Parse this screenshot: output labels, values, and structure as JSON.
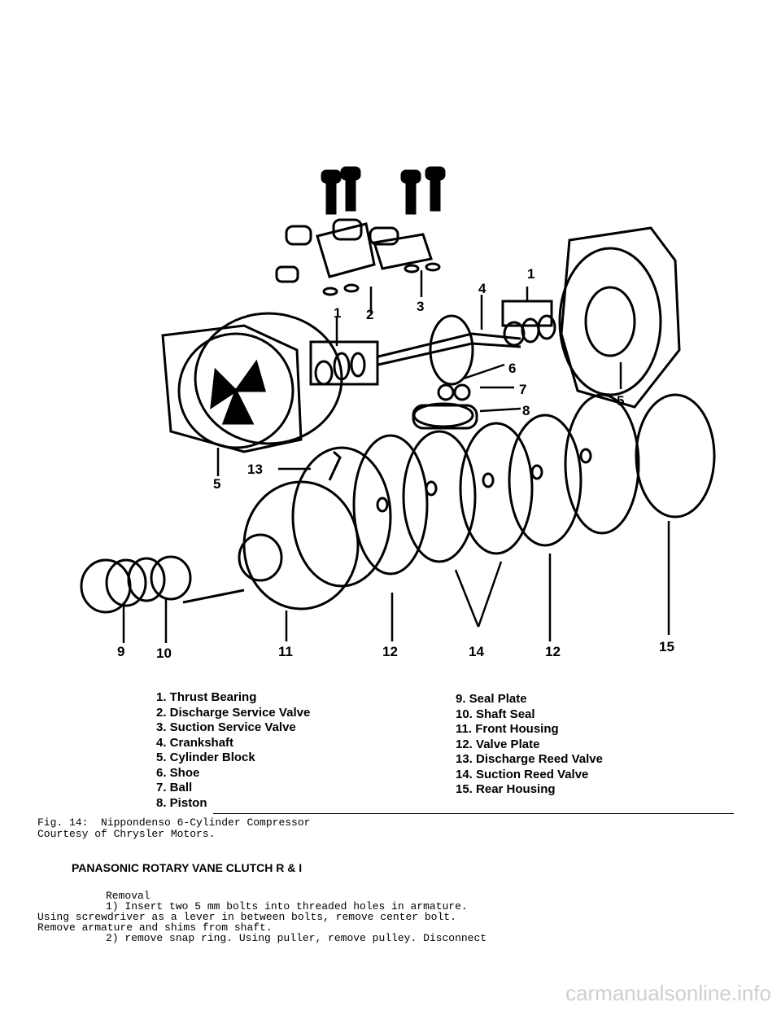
{
  "figure": {
    "callouts": [
      "1",
      "2",
      "3",
      "4",
      "1",
      "6",
      "7",
      "8",
      "5",
      "5",
      "13",
      "9",
      "10",
      "11",
      "12",
      "14",
      "12",
      "15"
    ]
  },
  "legend": {
    "left": [
      "1. Thrust Bearing",
      "2. Discharge Service Valve",
      "3. Suction Service Valve",
      "4. Crankshaft",
      "5. Cylinder Block",
      "6. Shoe",
      "7. Ball",
      "8. Piston"
    ],
    "right": [
      "9. Seal Plate",
      "10. Shaft Seal",
      "11. Front Housing",
      "12. Valve Plate",
      "13. Discharge Reed Valve",
      "14. Suction Reed Valve",
      "15. Rear Housing"
    ]
  },
  "caption": {
    "line1": "Fig. 14:  Nippondenso 6-Cylinder Compressor",
    "line2": "Courtesy of Chrysler Motors."
  },
  "section": {
    "heading": "PANASONIC ROTARY VANE CLUTCH R & I",
    "subheading": "Removal",
    "lines": [
      "1) Insert two 5 mm bolts into threaded holes in armature.",
      "Using screwdriver as a lever in between bolts, remove center bolt.",
      "Remove armature and shims from shaft.",
      "2) remove snap ring. Using puller, remove pulley. Disconnect"
    ]
  },
  "watermark": "carmanualsonline.info"
}
